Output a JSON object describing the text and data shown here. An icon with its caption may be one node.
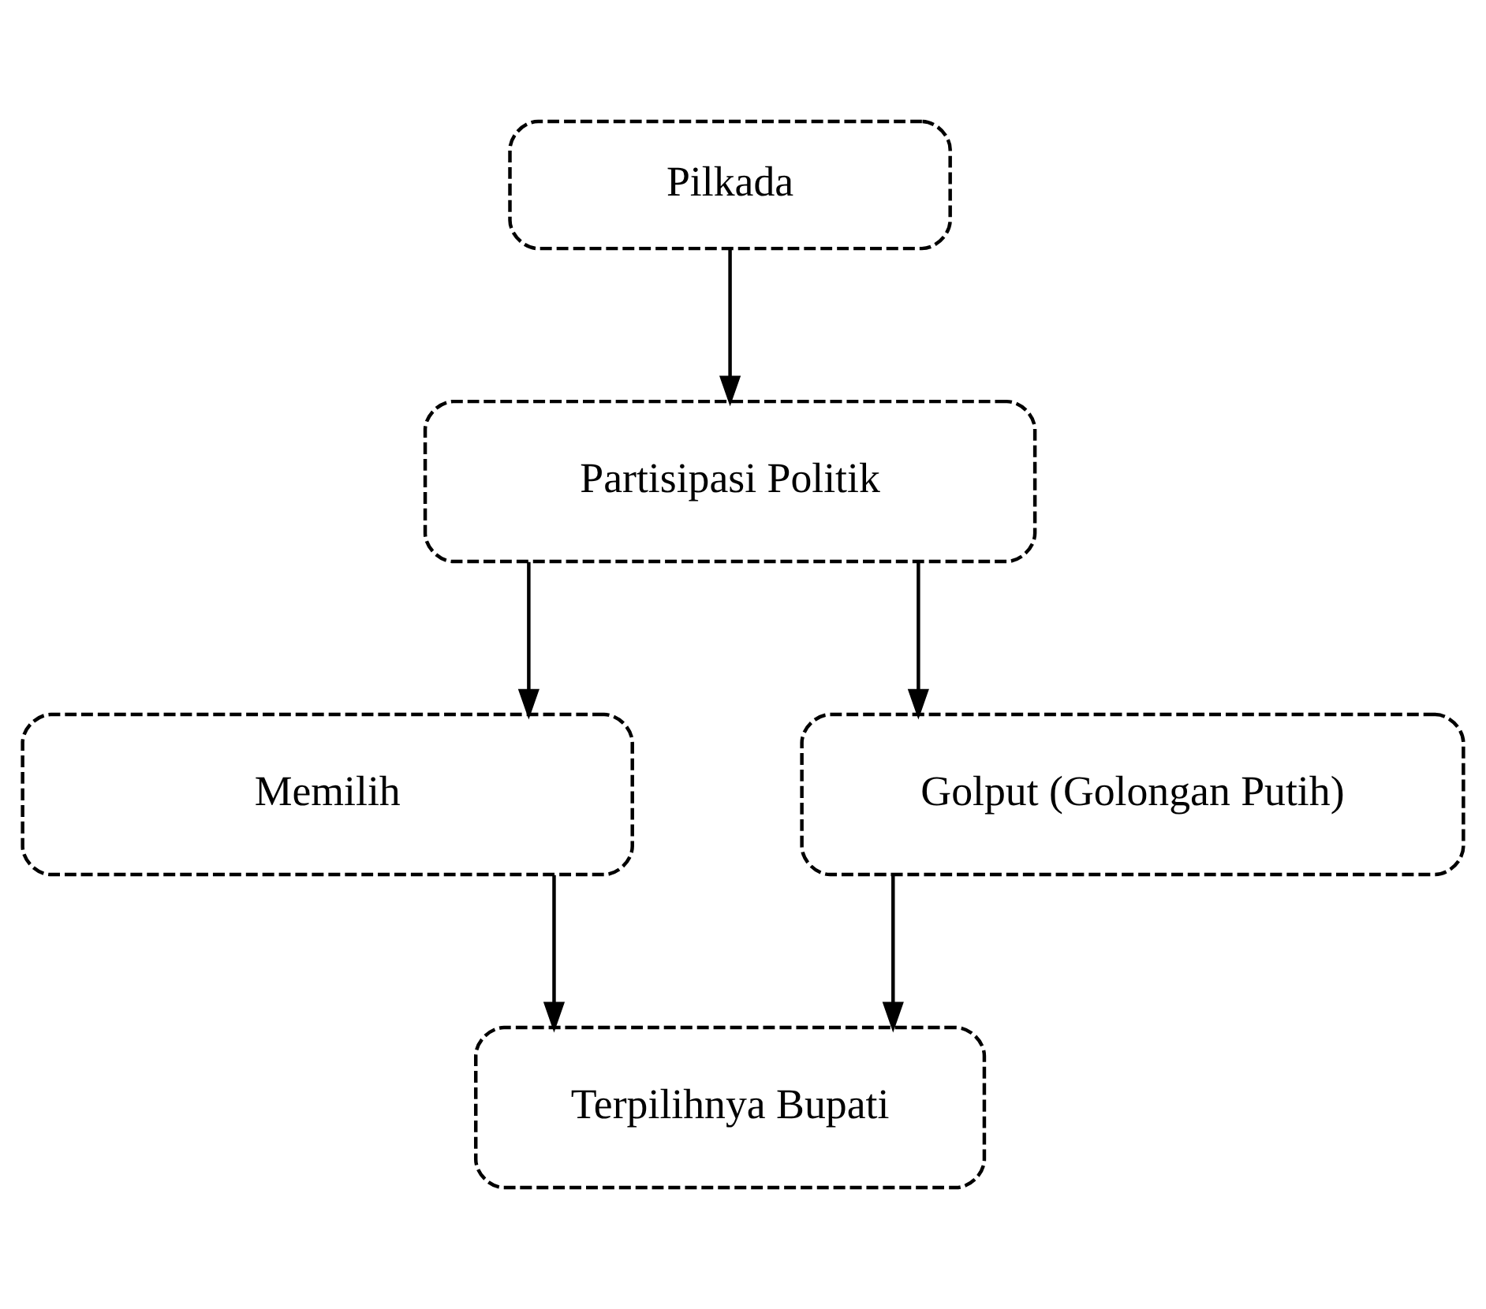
{
  "diagram": {
    "nodes": [
      {
        "text": [
          "Pilkada"
        ]
      },
      {
        "text": [
          "Partisipasi Politik"
        ]
      },
      {
        "text": [
          "Memilih"
        ]
      },
      {
        "text": [
          "Golput (Golongan Putih)"
        ]
      },
      {
        "text": [
          "Terpilihnya Bupati"
        ]
      }
    ],
    "edges": [
      {
        "from": 0,
        "to": 1,
        "arrow": "to"
      },
      {
        "from": 1,
        "to": 2,
        "arrow": "to"
      },
      {
        "from": 1,
        "to": 3,
        "arrow": "to"
      },
      {
        "from": 2,
        "to": 4,
        "arrow": "to"
      },
      {
        "from": 3,
        "to": 4,
        "arrow": "to"
      }
    ]
  }
}
